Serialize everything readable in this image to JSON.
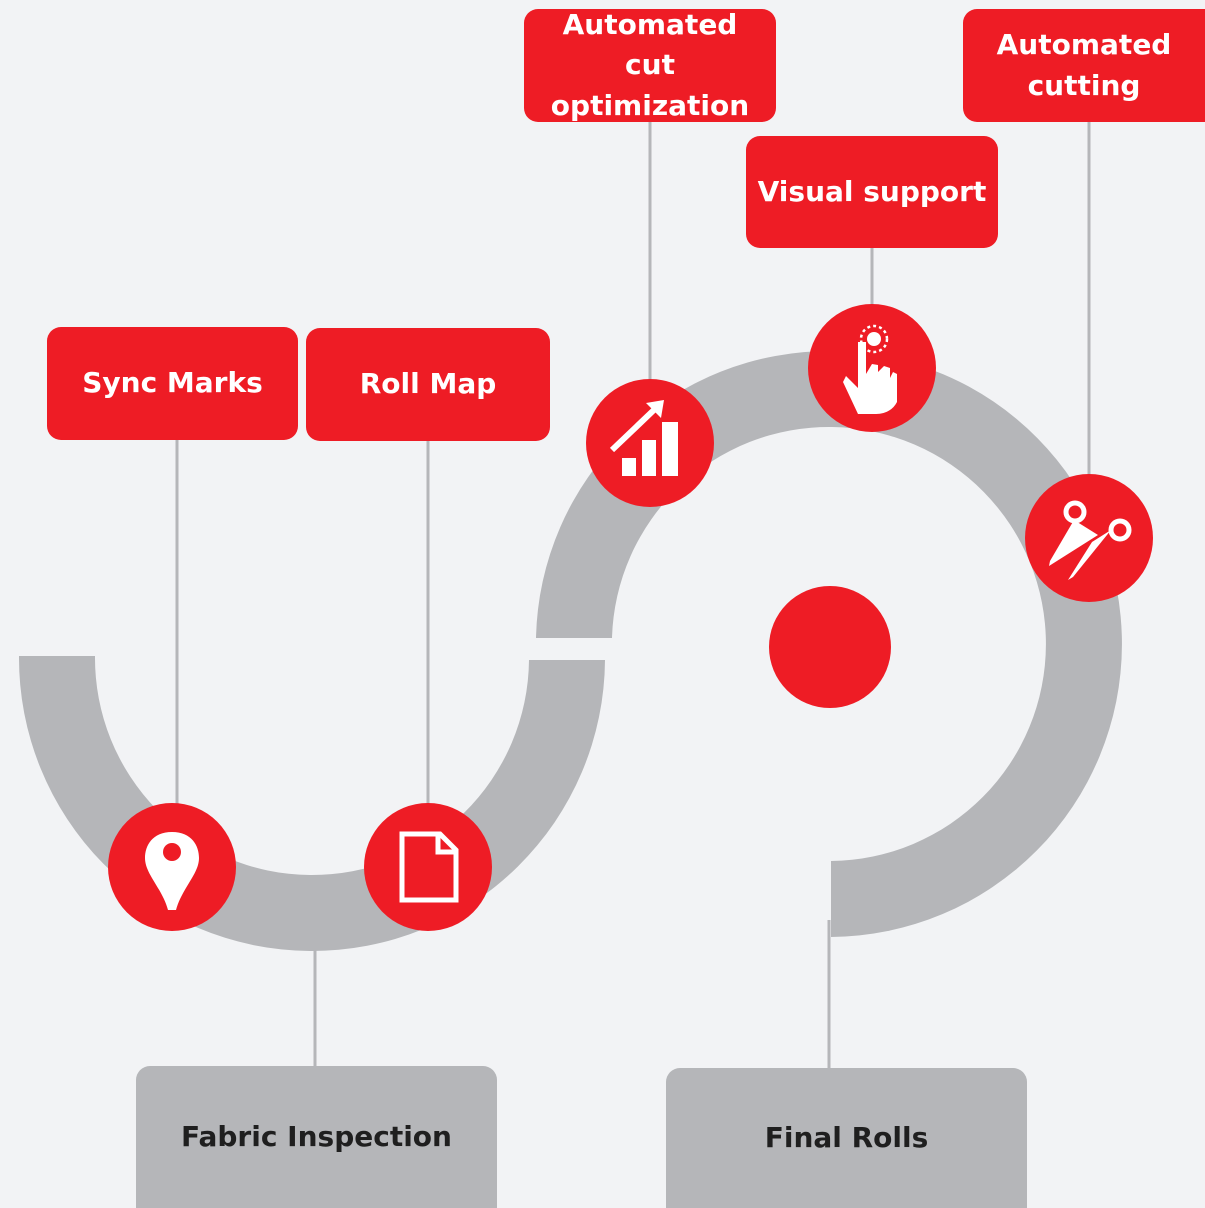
{
  "colors": {
    "background": "#f2f3f5",
    "accent_red": "#ee1c25",
    "track_grey": "#b5b6b9",
    "connector_grey": "#b5b6b9",
    "icon_white": "#ffffff",
    "text_dark": "#1f1f1f"
  },
  "features": [
    {
      "id": "sync",
      "label": "Sync Marks",
      "icon": "map-pin-icon"
    },
    {
      "id": "rollmap",
      "label": "Roll Map",
      "icon": "document-icon"
    },
    {
      "id": "cutopt",
      "label": "Automated cut optimization",
      "icon": "growth-chart-icon"
    },
    {
      "id": "visual",
      "label": "Visual support",
      "icon": "touch-hand-icon"
    },
    {
      "id": "cutting",
      "label": "Automated cutting",
      "icon": "scissors-icon"
    }
  ],
  "stages": [
    {
      "id": "inspection",
      "label": "Fabric Inspection"
    },
    {
      "id": "final",
      "label": "Final Rolls"
    }
  ]
}
